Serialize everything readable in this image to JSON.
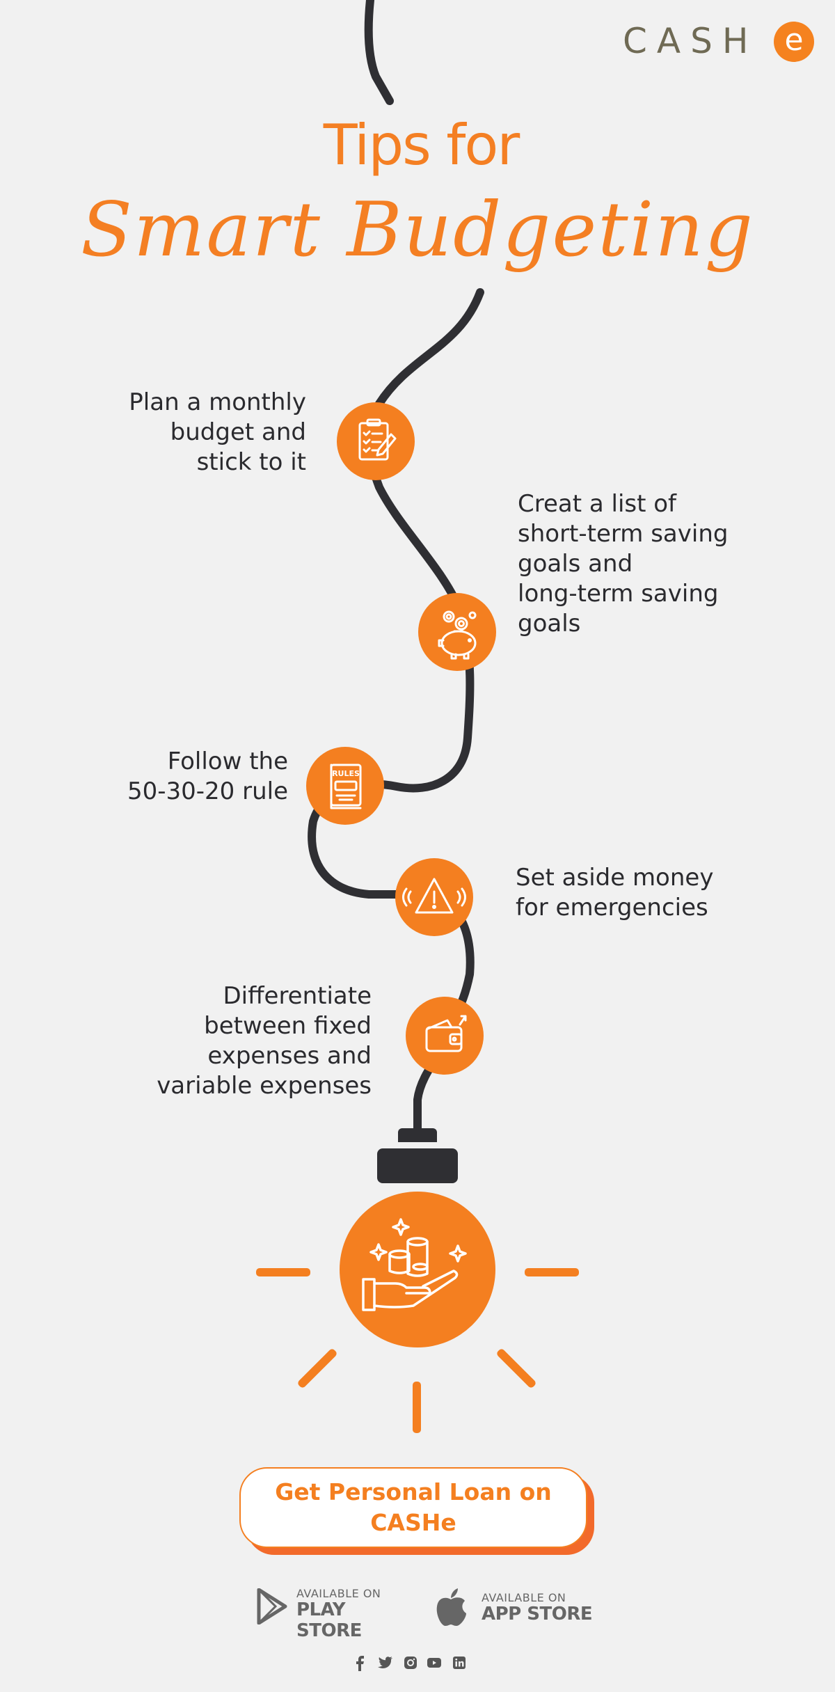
{
  "brand": {
    "logo_text": "CASH",
    "logo_e": "e",
    "color": "#f47f20"
  },
  "title": {
    "line1": "Tips for",
    "line2": "Smart Budgeting"
  },
  "tips": [
    {
      "text": "Plan a monthly budget and stick to it",
      "icon": "clipboard-checklist-icon"
    },
    {
      "text": "Creat a list of short-term saving goals and long-term saving goals",
      "icon": "piggy-bank-coins-icon"
    },
    {
      "text": "Follow the 50-30-20 rule",
      "icon": "rules-book-icon"
    },
    {
      "text": "Set aside money for emergencies",
      "icon": "warning-triangle-icon"
    },
    {
      "text": "Differentiate between fixed expenses and variable expenses",
      "icon": "wallet-icon"
    }
  ],
  "tip_lines": {
    "t1": [
      "Plan a monthly",
      "budget and",
      "stick to it"
    ],
    "t2": [
      "Creat a list of",
      "short-term saving",
      "goals and",
      "long-term saving",
      "goals"
    ],
    "t3": [
      "Follow the",
      "50-30-20 rule"
    ],
    "t4": [
      "Set aside money",
      "for emergencies"
    ],
    "t5": [
      "Differentiate",
      "between fixed",
      "expenses and",
      "variable expenses"
    ]
  },
  "bulb_icon": "hand-holding-coins-icon",
  "cta": {
    "line1": "Get Personal Loan on",
    "line2": "CASHe"
  },
  "stores": {
    "play_small": "AVAILABLE ON",
    "play_big": "PLAY STORE",
    "app_small": "AVAILABLE ON",
    "app_big": "APP STORE"
  },
  "social": [
    "facebook-icon",
    "twitter-icon",
    "instagram-icon",
    "youtube-icon",
    "linkedin-icon"
  ],
  "colors": {
    "orange": "#f47f20",
    "wire": "#2f2f33",
    "background": "#f1f1f1"
  }
}
